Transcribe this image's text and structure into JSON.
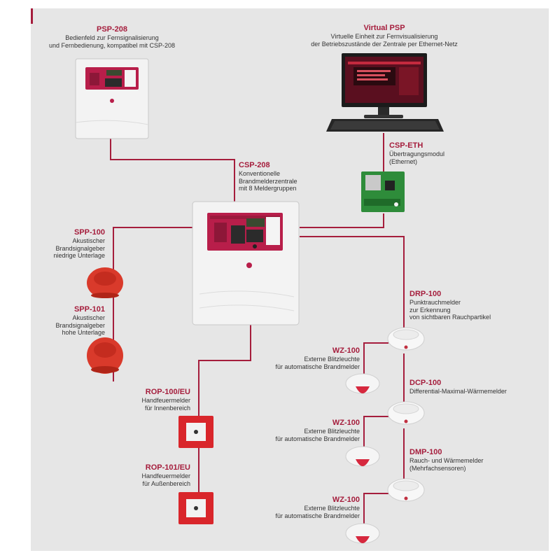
{
  "colors": {
    "accent": "#a51d3c",
    "wire": "#a51d3c",
    "background": "#e6e6e6"
  },
  "devices": {
    "psp208": {
      "title": "PSP-208",
      "lines": [
        "Bedienfeld zur Fernsignalisierung",
        "und Fernbedienung, kompatibel mit CSP-208"
      ]
    },
    "vpsp": {
      "title": "Virtual PSP",
      "lines": [
        "Virtuelle Einheit zur Fernvisualisierung",
        "der Betriebszustände der Zentrale per Ethernet-Netz"
      ]
    },
    "csp_eth": {
      "title": "CSP-ETH",
      "lines": [
        "Übertragungsmodul",
        "(Ethernet)"
      ]
    },
    "csp208": {
      "title": "CSP-208",
      "lines": [
        "Konventionelle",
        "Brandmelderzentrale",
        "mit 8 Meldergruppen"
      ]
    },
    "spp100": {
      "title": "SPP-100",
      "lines": [
        "Akustischer",
        "Brandsignalgeber",
        "niedrige Unterlage"
      ]
    },
    "spp101": {
      "title": "SPP-101",
      "lines": [
        "Akustischer",
        "Brandsignalgeber",
        "hohe Unterlage"
      ]
    },
    "drp100": {
      "title": "DRP-100",
      "lines": [
        "Punktrauchmelder",
        "zur Erkennung",
        "von sichtbaren Rauchpartikel"
      ]
    },
    "wz100_1": {
      "title": "WZ-100",
      "lines": [
        "Externe Blitzleuchte",
        "für automatische Brandmelder"
      ]
    },
    "dcp100": {
      "title": "DCP-100",
      "lines": [
        "Differential-Maximal-Wärmemelder"
      ]
    },
    "wz100_2": {
      "title": "WZ-100",
      "lines": [
        "Externe Blitzleuchte",
        "für automatische Brandmelder"
      ]
    },
    "dmp100": {
      "title": "DMP-100",
      "lines": [
        "Rauch- und Wärmemelder",
        "(Mehrfachsensoren)"
      ]
    },
    "wz100_3": {
      "title": "WZ-100",
      "lines": [
        "Externe Blitzleuchte",
        "für automatische Brandmelder"
      ]
    },
    "rop100": {
      "title": "ROP-100/EU",
      "lines": [
        "Handfeuermelder",
        "für Innenbereich"
      ]
    },
    "rop101": {
      "title": "ROP-101/EU",
      "lines": [
        "Handfeuermelder",
        "für Außenbereich"
      ]
    }
  }
}
